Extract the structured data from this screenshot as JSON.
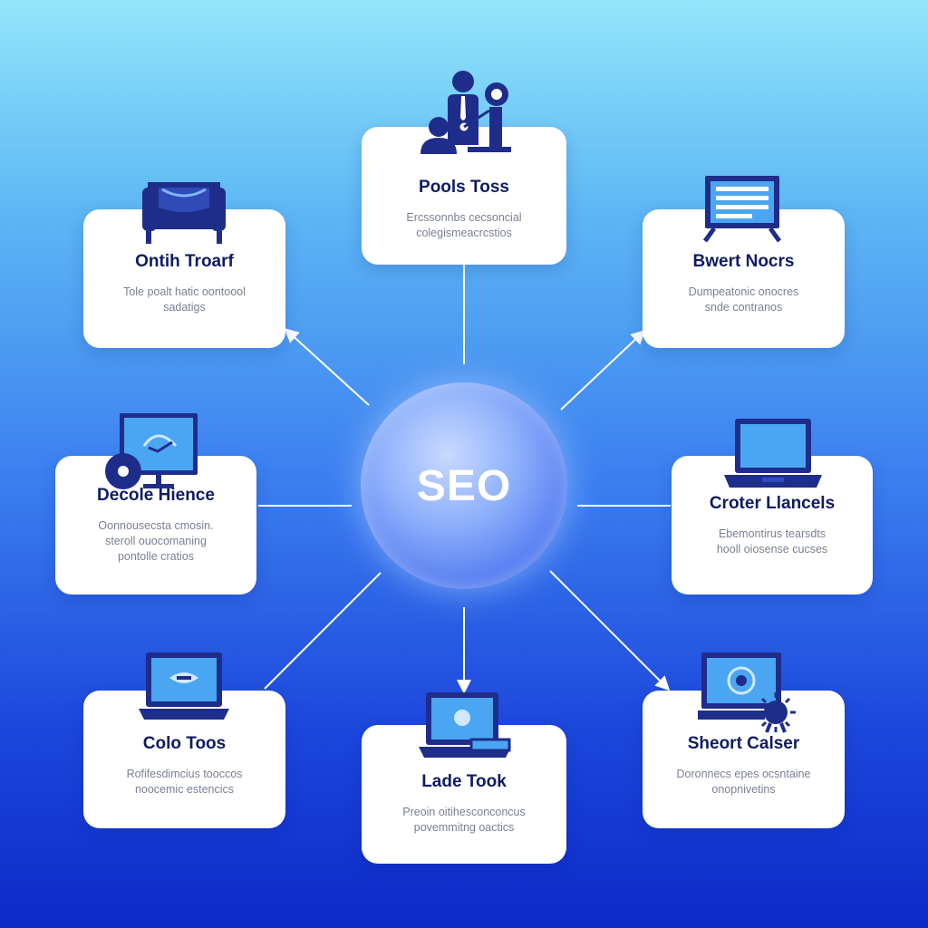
{
  "center": {
    "label": "SEO"
  },
  "colors": {
    "accent": "#1f2d8a",
    "screen": "#4aa6f2",
    "card": "#ffffff",
    "title": "#0f1b63"
  },
  "nodes": [
    {
      "id": "top",
      "title": "Pools Toss",
      "desc": "Ercssonnbs cecsoncial\ncolegismeacrcstios",
      "icon": "people-icon"
    },
    {
      "id": "top-left",
      "title": "Ontih Troarf",
      "desc": "Tole poalt hatic oontoool\nsadatigs",
      "icon": "armchair-icon"
    },
    {
      "id": "top-right",
      "title": "Bwert Nocrs",
      "desc": "Dumpeatonic onocres\nsnde contranos",
      "icon": "monitor-icon"
    },
    {
      "id": "mid-left",
      "title": "Decole Hience",
      "desc": "Oonnousecsta cmosin.\nsteroll ouocomaning\npontolle cratios",
      "icon": "monitor-disc-icon"
    },
    {
      "id": "mid-right",
      "title": "Croter Llancels",
      "desc": "Ebemontirus tearsdts\nhooll oiosense cucses",
      "icon": "laptop-icon"
    },
    {
      "id": "bottom-left",
      "title": "Colo Toos",
      "desc": "Rofifesdimcius tooccos\nnoocemic estencics",
      "icon": "laptop-icon"
    },
    {
      "id": "bottom",
      "title": "Lade Took",
      "desc": "Preoin oitihesconconcus\npovemmitng oactics",
      "icon": "laptop-icon"
    },
    {
      "id": "bottom-right",
      "title": "Sheort Calser",
      "desc": "Doronnecs epes ocsntaine\nonopnivetins",
      "icon": "monitor-gear-icon"
    }
  ]
}
